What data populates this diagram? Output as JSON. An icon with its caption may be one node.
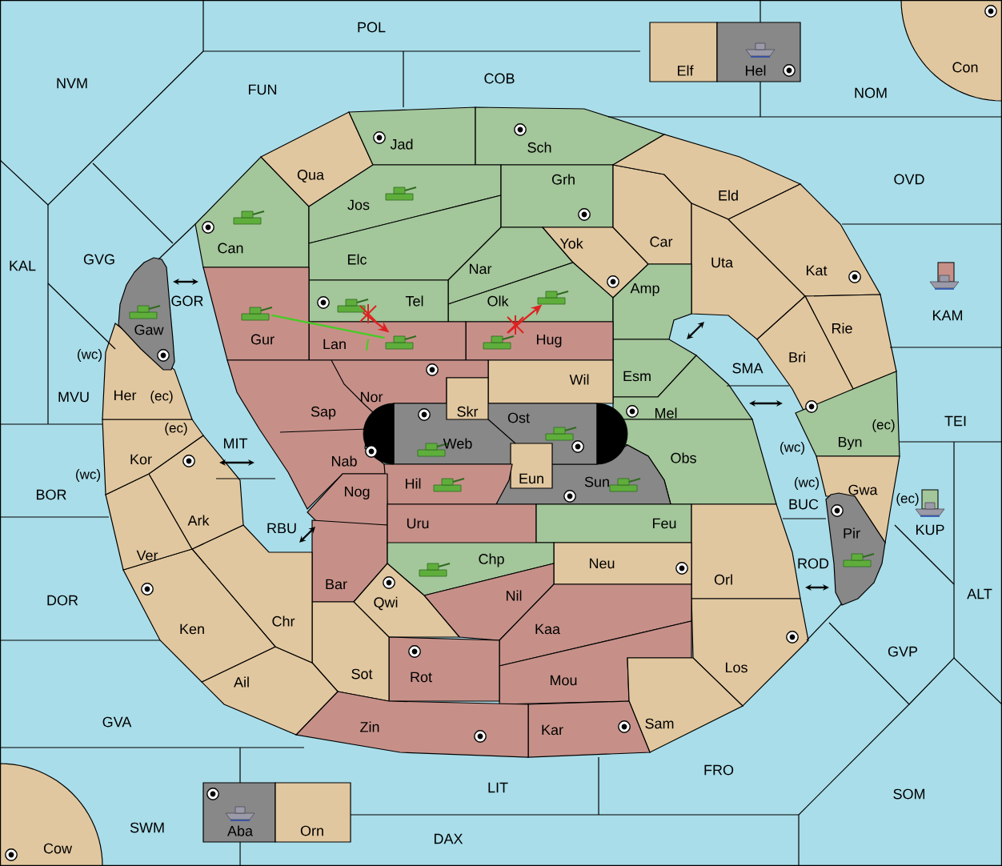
{
  "diagram": {
    "nodes": [
      {
        "text": [
          "POL"
        ]
      },
      {
        "text": [
          "NVM"
        ]
      },
      {
        "text": [
          "FUN"
        ]
      },
      {
        "text": [
          "COB"
        ]
      },
      {
        "text": [
          "Elf"
        ]
      },
      {
        "text": [
          "Hel"
        ]
      },
      {
        "text": [
          "NOM"
        ]
      },
      {
        "text": [
          "Con"
        ]
      },
      {
        "text": [
          "Jad"
        ]
      },
      {
        "text": [
          "Sch"
        ]
      },
      {
        "text": [
          "Qua"
        ]
      },
      {
        "text": [
          "Grh"
        ]
      },
      {
        "text": [
          "OVD"
        ]
      },
      {
        "text": [
          "Eld"
        ]
      },
      {
        "text": [
          "Jos"
        ]
      },
      {
        "text": [
          "Can"
        ]
      },
      {
        "text": [
          "Yok"
        ]
      },
      {
        "text": [
          "Car"
        ]
      },
      {
        "text": [
          "Elc"
        ]
      },
      {
        "text": [
          "KAL"
        ]
      },
      {
        "text": [
          "GVG"
        ]
      },
      {
        "text": [
          "Uta"
        ]
      },
      {
        "text": [
          "Nar"
        ]
      },
      {
        "text": [
          "Kat"
        ]
      },
      {
        "text": [
          "Amp"
        ]
      },
      {
        "text": [
          "GOR"
        ]
      },
      {
        "text": [
          "Tel"
        ]
      },
      {
        "text": [
          "Olk"
        ]
      },
      {
        "text": [
          "KAM"
        ]
      },
      {
        "text": [
          "Gaw"
        ]
      },
      {
        "text": [
          "Rie"
        ]
      },
      {
        "text": [
          "Gur"
        ]
      },
      {
        "text": [
          "Lan"
        ]
      },
      {
        "text": [
          "Hug"
        ]
      },
      {
        "text": [
          "Bri"
        ]
      },
      {
        "text": [
          "SMA"
        ]
      },
      {
        "text": [
          "Esm"
        ]
      },
      {
        "text": [
          "Wil"
        ]
      },
      {
        "text": [
          "Her"
        ]
      },
      {
        "text": [
          "MVU"
        ]
      },
      {
        "text": [
          "Nor"
        ]
      },
      {
        "text": [
          "Skr"
        ]
      },
      {
        "text": [
          "Sap"
        ]
      },
      {
        "text": [
          "Mel"
        ]
      },
      {
        "text": [
          "Ost"
        ]
      },
      {
        "text": [
          "TEI"
        ]
      },
      {
        "text": [
          "Web"
        ]
      },
      {
        "text": [
          "Byn"
        ]
      },
      {
        "text": [
          "MIT"
        ]
      },
      {
        "text": [
          "Obs"
        ]
      },
      {
        "text": [
          "Kor"
        ]
      },
      {
        "text": [
          "Nab"
        ]
      },
      {
        "text": [
          "Eun"
        ]
      },
      {
        "text": [
          "Sun"
        ]
      },
      {
        "text": [
          "Hil"
        ]
      },
      {
        "text": [
          "Nog"
        ]
      },
      {
        "text": [
          "BOR"
        ]
      },
      {
        "text": [
          "Gwa"
        ]
      },
      {
        "text": [
          "BUC"
        ]
      },
      {
        "text": [
          "Ark"
        ]
      },
      {
        "text": [
          "Uru"
        ]
      },
      {
        "text": [
          "Feu"
        ]
      },
      {
        "text": [
          "RBU"
        ]
      },
      {
        "text": [
          "KUP"
        ]
      },
      {
        "text": [
          "Pir"
        ]
      },
      {
        "text": [
          "Ver"
        ]
      },
      {
        "text": [
          "Chp"
        ]
      },
      {
        "text": [
          "Neu"
        ]
      },
      {
        "text": [
          "ROD"
        ]
      },
      {
        "text": [
          "Bar"
        ]
      },
      {
        "text": [
          "ALT"
        ]
      },
      {
        "text": [
          "DOR"
        ]
      },
      {
        "text": [
          "Qwi"
        ]
      },
      {
        "text": [
          "Orl"
        ]
      },
      {
        "text": [
          "Nil"
        ]
      },
      {
        "text": [
          "Chr"
        ]
      },
      {
        "text": [
          "Ken"
        ]
      },
      {
        "text": [
          "Kaa"
        ]
      },
      {
        "text": [
          "GVP"
        ]
      },
      {
        "text": [
          "Los"
        ]
      },
      {
        "text": [
          "Sot"
        ]
      },
      {
        "text": [
          "Rot"
        ]
      },
      {
        "text": [
          "Ail"
        ]
      },
      {
        "text": [
          "Mou"
        ]
      },
      {
        "text": [
          "GVA"
        ]
      },
      {
        "text": [
          "Sam"
        ]
      },
      {
        "text": [
          "Zin"
        ]
      },
      {
        "text": [
          "Kar"
        ]
      },
      {
        "text": [
          "FRO"
        ]
      },
      {
        "text": [
          "LIT"
        ]
      },
      {
        "text": [
          "SOM"
        ]
      },
      {
        "text": [
          "SWM"
        ]
      },
      {
        "text": [
          "Aba"
        ]
      },
      {
        "text": [
          "Orn"
        ]
      },
      {
        "text": [
          "DAX"
        ]
      },
      {
        "text": [
          "Cow"
        ]
      },
      {
        "text": [],
        "shape": "picture"
      },
      {
        "text": [],
        "shape": "picture"
      },
      {
        "text": [],
        "shape": "picture"
      },
      {
        "text": [],
        "shape": "picture"
      },
      {
        "text": [],
        "shape": "picture"
      }
    ],
    "edges": [
      {
        "from": 96,
        "to": 98,
        "arrow": "none",
        "color": "#44cc22"
      },
      {
        "from": 97,
        "to": 98,
        "arrow": "to"
      },
      {
        "from": 99,
        "to": 100,
        "arrow": "to"
      }
    ],
    "labels": [
      "(wc)",
      "(ec)",
      "(ec)",
      "(ec)",
      "(wc)",
      "(wc)",
      "(wc)",
      "(ec)"
    ]
  }
}
